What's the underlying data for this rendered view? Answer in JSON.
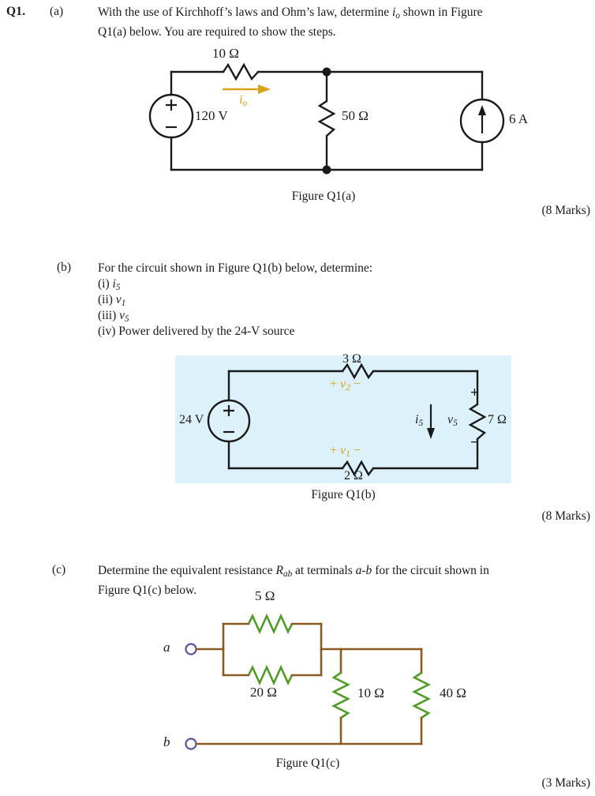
{
  "question": {
    "number": "Q1.",
    "parts": [
      {
        "label": "(a)",
        "text_line1": "With the use of Kirchhoff’s laws and Ohm’s law, determine",
        "text_symbol": "i",
        "text_symbol_sub": "o",
        "text_line1_end": "shown in Figure",
        "text_line2": "Q1(a) below. You are required to show the steps.",
        "marks": "(8 Marks)",
        "figure_caption": "Figure Q1(a)"
      },
      {
        "label": "(b)",
        "text_line1": "For the circuit shown in Figure Q1(b) below, determine:",
        "items": [
          {
            "numeral": "(i)",
            "symbol": "i",
            "symbol_sub": "5",
            "trailing": ""
          },
          {
            "numeral": "(ii)",
            "symbol": "v",
            "symbol_sub": "1",
            "trailing": ""
          },
          {
            "numeral": "(iii)",
            "symbol": "v",
            "symbol_sub": "5",
            "trailing": ""
          },
          {
            "numeral": "(iv)",
            "symbol": "",
            "symbol_sub": "",
            "trailing": "Power delivered by the 24-V source"
          }
        ],
        "marks": "(8 Marks)",
        "figure_caption": "Figure Q1(b)"
      },
      {
        "label": "(c)",
        "text_line1_a": "Determine the equivalent resistance",
        "text_symbol": "R",
        "text_symbol_sub": "ab",
        "text_line1_b": "at terminals",
        "text_terminals": "a-b",
        "text_line1_c": "for the circuit shown in",
        "text_line2": "Figure Q1(c) below.",
        "marks": "(3 Marks)",
        "figure_caption": "Figure Q1(c)"
      }
    ]
  },
  "circuit_a": {
    "source_label": "120 V",
    "source_plus": "+",
    "source_minus": "−",
    "resistor_series": "10 Ω",
    "current_label": "i",
    "current_label_sub": "o",
    "resistor_shunt": "50 Ω",
    "current_source_label": "6 A",
    "wire_color": "#1a1a1a",
    "arrow_color": "#d9a21b"
  },
  "circuit_b": {
    "source_label": "24 V",
    "source_plus": "+",
    "source_minus": "−",
    "resistor_top": "3 Ω",
    "resistor_bottom": "2 Ω",
    "resistor_right": "7 Ω",
    "v2_plus": "+",
    "v2_label": "v",
    "v2_label_sub": "2",
    "v2_minus": "−",
    "v1_plus": "+",
    "v1_label": "v",
    "v1_label_sub": "1",
    "v1_minus": "−",
    "i5_label": "i",
    "i5_label_sub": "5",
    "v5_label": "v",
    "v5_label_sub": "5",
    "v5_plus": "+",
    "v5_minus": "−",
    "background_color": "#ddf1fa",
    "wire_color": "#1a1a1a"
  },
  "circuit_c": {
    "terminal_a": "a",
    "terminal_b": "b",
    "resistor_top": "5 Ω",
    "resistor_mid": "20 Ω",
    "resistor_left_branch": "10 Ω",
    "resistor_right_branch": "40 Ω",
    "wire_color": "#8a5a22",
    "resistor_color": "#4f9b26",
    "terminal_color": "#5b4fa0"
  }
}
